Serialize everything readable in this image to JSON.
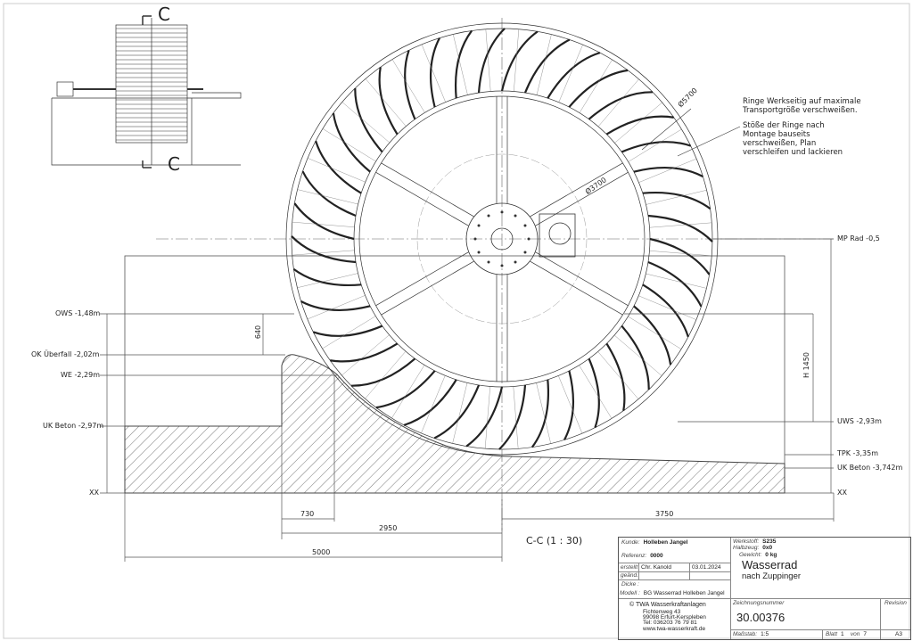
{
  "view_label": "C-C (1 : 30)",
  "section_marks": [
    "C",
    "C"
  ],
  "diameters": {
    "outer": "Ø5700",
    "inner": "Ø3700"
  },
  "notes": {
    "note1": "Ringe Werkseitig auf maximale Transportgröße verschweißen.",
    "note2": "Stöße der Ringe nach Montage bauseits verschweißen, Plan verschleifen und lackieren"
  },
  "levels_left": [
    {
      "label": "OWS -1,48m"
    },
    {
      "label": "OK Überfall -2,02m"
    },
    {
      "label": "WE -2,29m"
    },
    {
      "label": "UK Beton -2,97m"
    },
    {
      "label": "XX"
    }
  ],
  "levels_right": [
    {
      "label": "MP Rad -0,5"
    },
    {
      "label": "UWS -2,93m"
    },
    {
      "label": "TPK -3,35m"
    },
    {
      "label": "UK Beton -3,742m"
    },
    {
      "label": "XX"
    }
  ],
  "dimensions": {
    "d640": "640",
    "h1450": "H 1450",
    "d730": "730",
    "d2950": "2950",
    "d3750": "3750",
    "d5000": "5000"
  },
  "title_block": {
    "kunde_label": "Kunde:",
    "kunde": "Holleben Jangel",
    "referenz_label": "Referenz:",
    "referenz": "0000",
    "erstellt_label": "erstellt",
    "erstellt_name": "Chr. Kanold",
    "erstellt_date": "03.01.2024",
    "geaend_label": "geänd.",
    "dicke_label": "Dicke :",
    "modell_label": "Modell :",
    "modell": "BG Wasserrad Holleben Jangel",
    "werkstoff_label": "Werkstoff:",
    "werkstoff": "S235",
    "halbzeug_label": "Halbzeug:",
    "halbzeug": "0x0",
    "gewicht_label": "Gewicht:",
    "gewicht": "0 kg",
    "title": "Wasserrad",
    "subtitle": "nach Zuppinger",
    "company": "© TWA Wasserkraftanlagen",
    "street": "Fichtenweg 43",
    "city": "99098 Erfurt-Kerspleben",
    "tel": "Tel: 036203 76 79 81",
    "web": "www.twa-wasserkraft.de",
    "zeichnungsnummer_label": "Zeichnungsnummer",
    "zeichnungsnummer": "30.00376",
    "revision_label": "Revision",
    "massstab_label": "Maßstab:",
    "massstab": "1:5",
    "blatt_label": "Blatt",
    "blatt": "1",
    "von_label": "von",
    "von": "7",
    "format": "A3"
  }
}
